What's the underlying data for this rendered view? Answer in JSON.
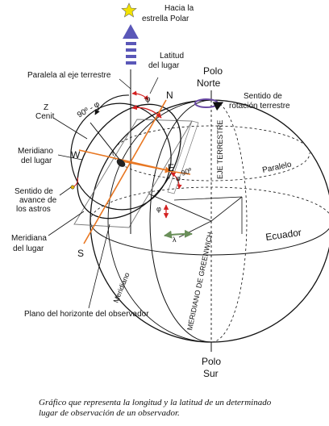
{
  "labels": {
    "hacia_polar": [
      "Hacia la",
      "estrella Polar"
    ],
    "latitud": [
      "Latitud",
      "del lugar"
    ],
    "paralela": "Paralela al eje terrestre",
    "polo_norte": [
      "Polo",
      "Norte"
    ],
    "sentido_rotacion": [
      "Sentido de",
      "rotación terrestre"
    ],
    "z_cenit": [
      "Z",
      "Cenit"
    ],
    "ninety_phi": "90º - φ",
    "phi_top": "φ",
    "n": "N",
    "eje_terrestre": "EJE TERRESTRE",
    "meridiano_lugar_1": [
      "Meridiano",
      "del lugar"
    ],
    "w": "W",
    "e": "E",
    "ninety_e": "90º",
    "phi_e": "φ",
    "paralelo": "Paralelo",
    "sentido_avance": [
      "Sentido de",
      "avance de",
      "los astros"
    ],
    "phi_mid": "φ",
    "lambda": "λ",
    "ecuador": "Ecuador",
    "meridiana": [
      "Meridiana",
      "del lugar"
    ],
    "s": "S",
    "meridiano_greenwich": "MERIDIANO DE GREENWICH",
    "meridiano": "Meridiano",
    "plano": "Plano del horizonte del observador",
    "polo_sur": [
      "Polo",
      "Sur"
    ]
  },
  "caption": [
    "Gráfico que representa la longitud y la latitud de un determinado",
    "lugar de observación de un observador."
  ],
  "colors": {
    "line": "#111111",
    "orange": "#e87722",
    "red": "#d42020",
    "green": "#6a8f5a",
    "purple": "#6a4aa5",
    "star": "#f2e200",
    "plane": "#777777"
  }
}
